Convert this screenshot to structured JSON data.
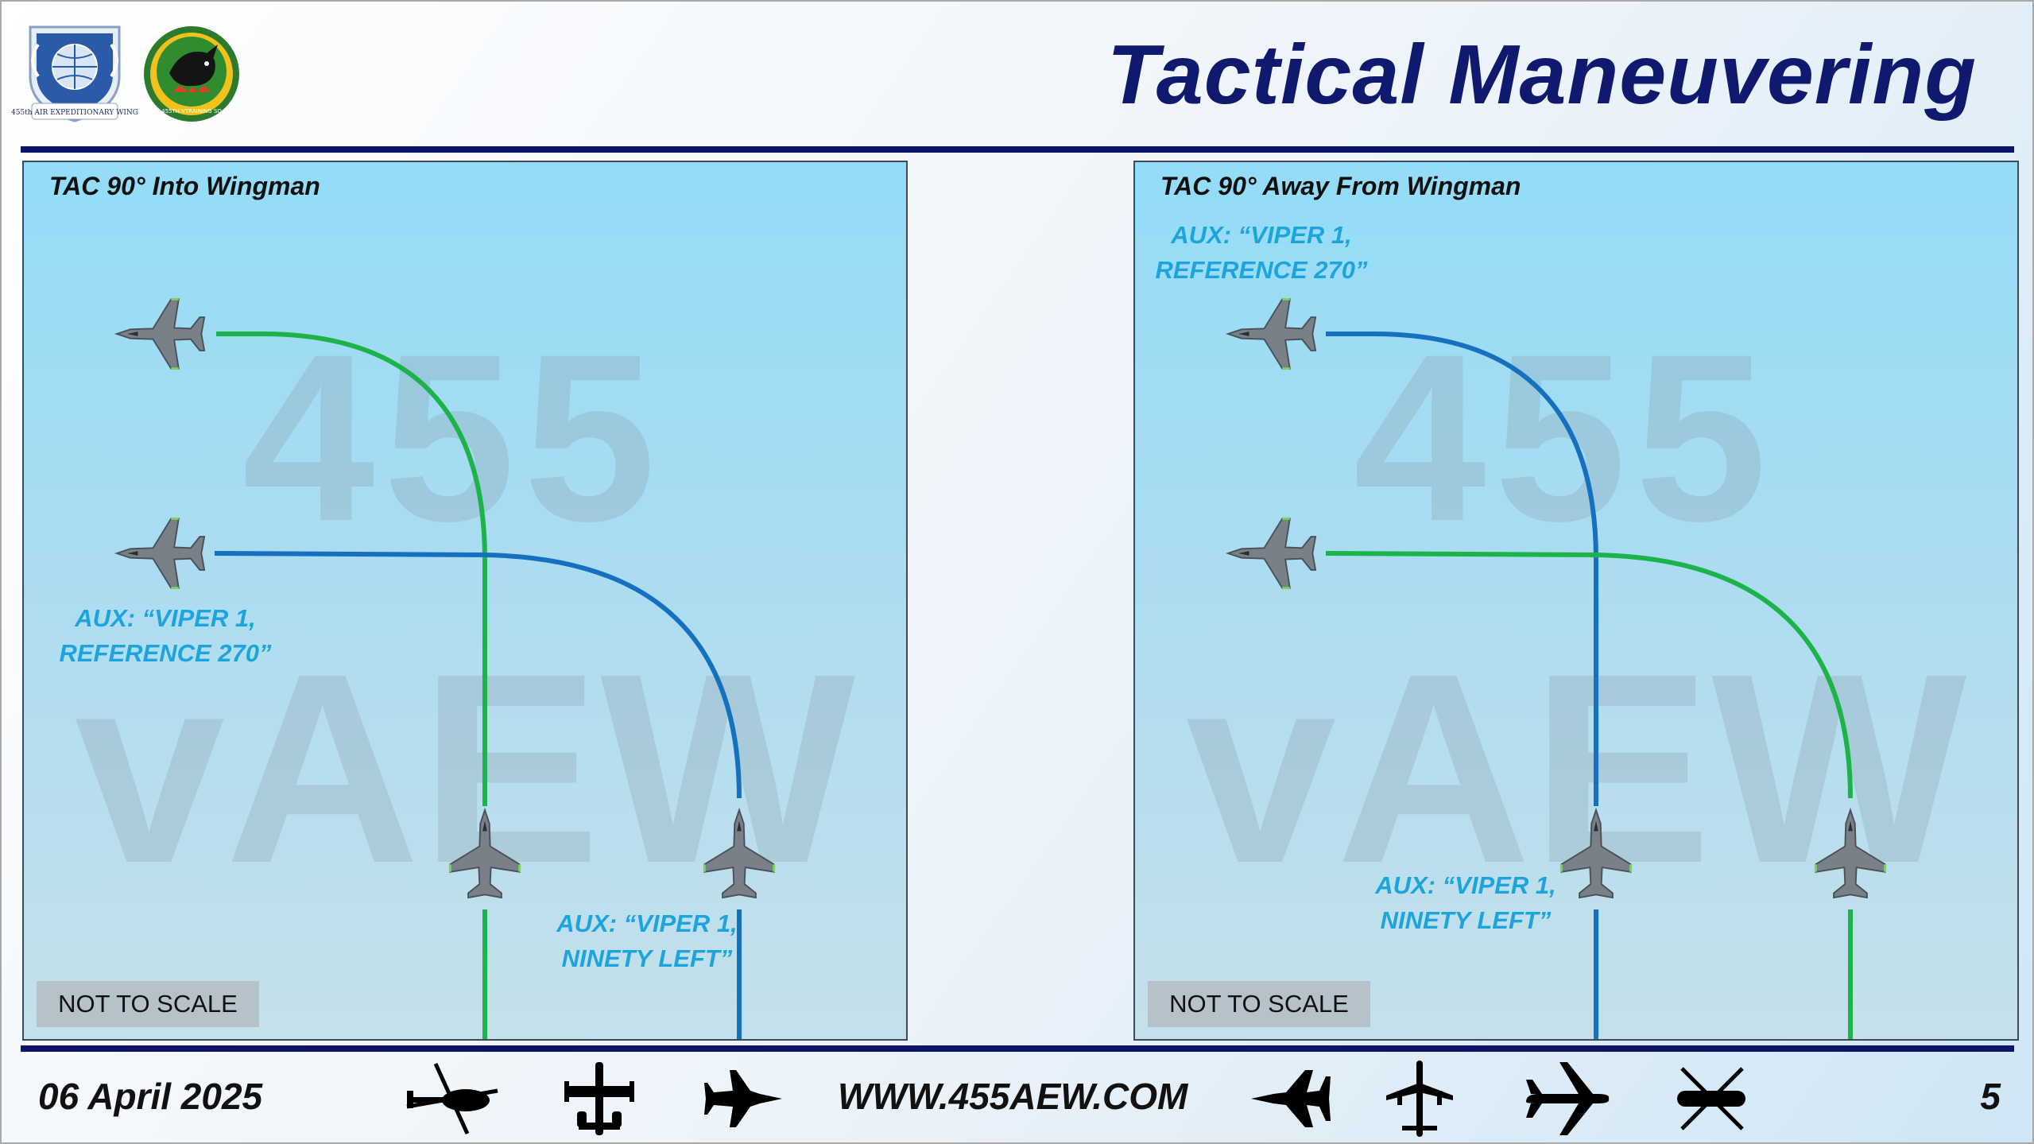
{
  "header": {
    "title": "Tactical Maneuvering",
    "logos": [
      {
        "icon": "wing-shield-logo",
        "text": "455th AIR EXPEDITIONARY WING"
      },
      {
        "icon": "training-squadron-patch-logo",
        "text": "455TH VTRAINING SQ"
      }
    ]
  },
  "watermark": {
    "line1": "455",
    "line2": "vAEW"
  },
  "colors": {
    "green_path": "#1db34b",
    "blue_path": "#1670c0",
    "title_navy": "#0f1a6e",
    "aux_text": "#1ea4dc"
  },
  "panels": [
    {
      "title": "TAC 90° Into Wingman",
      "aux_reference": "AUX: “VIPER 1,\nREFERENCE 270”",
      "aux_ninety": "AUX: “VIPER 1,\nNINETY LEFT”",
      "scale_note": "NOT TO SCALE"
    },
    {
      "title": "TAC 90° Away From Wingman",
      "aux_reference": "AUX: “VIPER 1,\nREFERENCE 270”",
      "aux_ninety": "AUX: “VIPER 1,\nNINETY LEFT”",
      "scale_note": "NOT TO SCALE"
    }
  ],
  "footer": {
    "date": "06 April 2025",
    "url": "WWW.455AEW.COM",
    "page": "5",
    "icons": [
      "helicopter-icon",
      "a10-icon",
      "f16-icon",
      "f15-icon",
      "b52-icon",
      "kc135-icon",
      "c17-icon"
    ]
  }
}
